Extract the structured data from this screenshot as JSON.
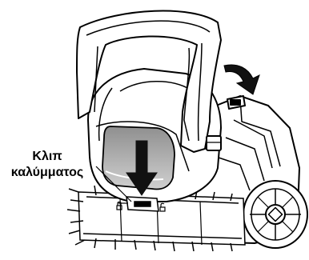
{
  "illustration": {
    "subject": "pool-cleaner-robot-filter-canister",
    "callout": {
      "line1": "Κλιπ",
      "line2": "καλύμματος"
    },
    "icons": {
      "push_arrow": "arrow-down-icon",
      "rotate_arrow": "curved-arrow-icon",
      "clip_symbols": "lock-unlock-icon"
    },
    "colors": {
      "outline": "#000000",
      "fill": "#ffffff",
      "shade": "#b3b3b3",
      "shade_dark": "#8f8f8f",
      "arrow": "#111111"
    }
  }
}
